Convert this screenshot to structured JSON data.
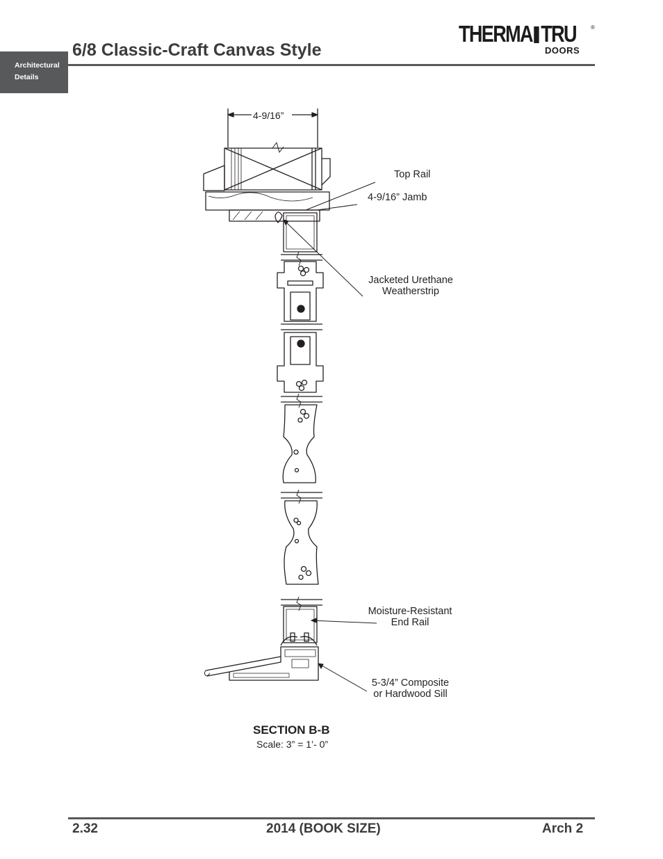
{
  "header": {
    "tab_line1": "Architectural",
    "tab_line2": "Details",
    "title": "6/8 Classic-Craft Canvas Style",
    "logo_left": "THERMA",
    "logo_right": "TRU",
    "logo_reg": "®",
    "logo_sub": "DOORS"
  },
  "drawing": {
    "dimension": "4-9/16”",
    "callouts": {
      "top_rail": "Top Rail",
      "jamb": "4-9/16” Jamb",
      "weatherstrip_line1": "Jacketed Urethane",
      "weatherstrip_line2": "Weatherstrip",
      "end_rail_line1": "Moisture-Resistant",
      "end_rail_line2": "End Rail",
      "sill_line1": "5-3/4” Composite",
      "sill_line2": "or Hardwood Sill"
    },
    "section_title": "SECTION B-B",
    "scale": "Scale:  3” = 1’- 0”"
  },
  "footer": {
    "page": "2.32",
    "edition": "2014 (BOOK SIZE)",
    "section": "Arch 2"
  }
}
